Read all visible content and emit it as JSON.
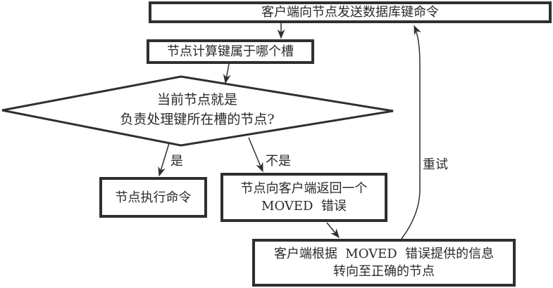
{
  "nodes": {
    "send_command": "客户端向节点发送数据库键命令",
    "compute_slot": "节点计算键属于哪个槽",
    "decision": {
      "line1": "当前节点就是",
      "line2": "负责处理键所在槽的节点?"
    },
    "execute": "节点执行命令",
    "moved_error": {
      "line1": "节点向客户端返回一个",
      "line2": "MOVED  错误"
    },
    "redirect": {
      "line1": "客户端根据  MOVED  错误提供的信息",
      "line2": "转向至正确的节点"
    }
  },
  "edges": {
    "yes_label": "是",
    "no_label": "不是",
    "retry_label": "重试"
  }
}
